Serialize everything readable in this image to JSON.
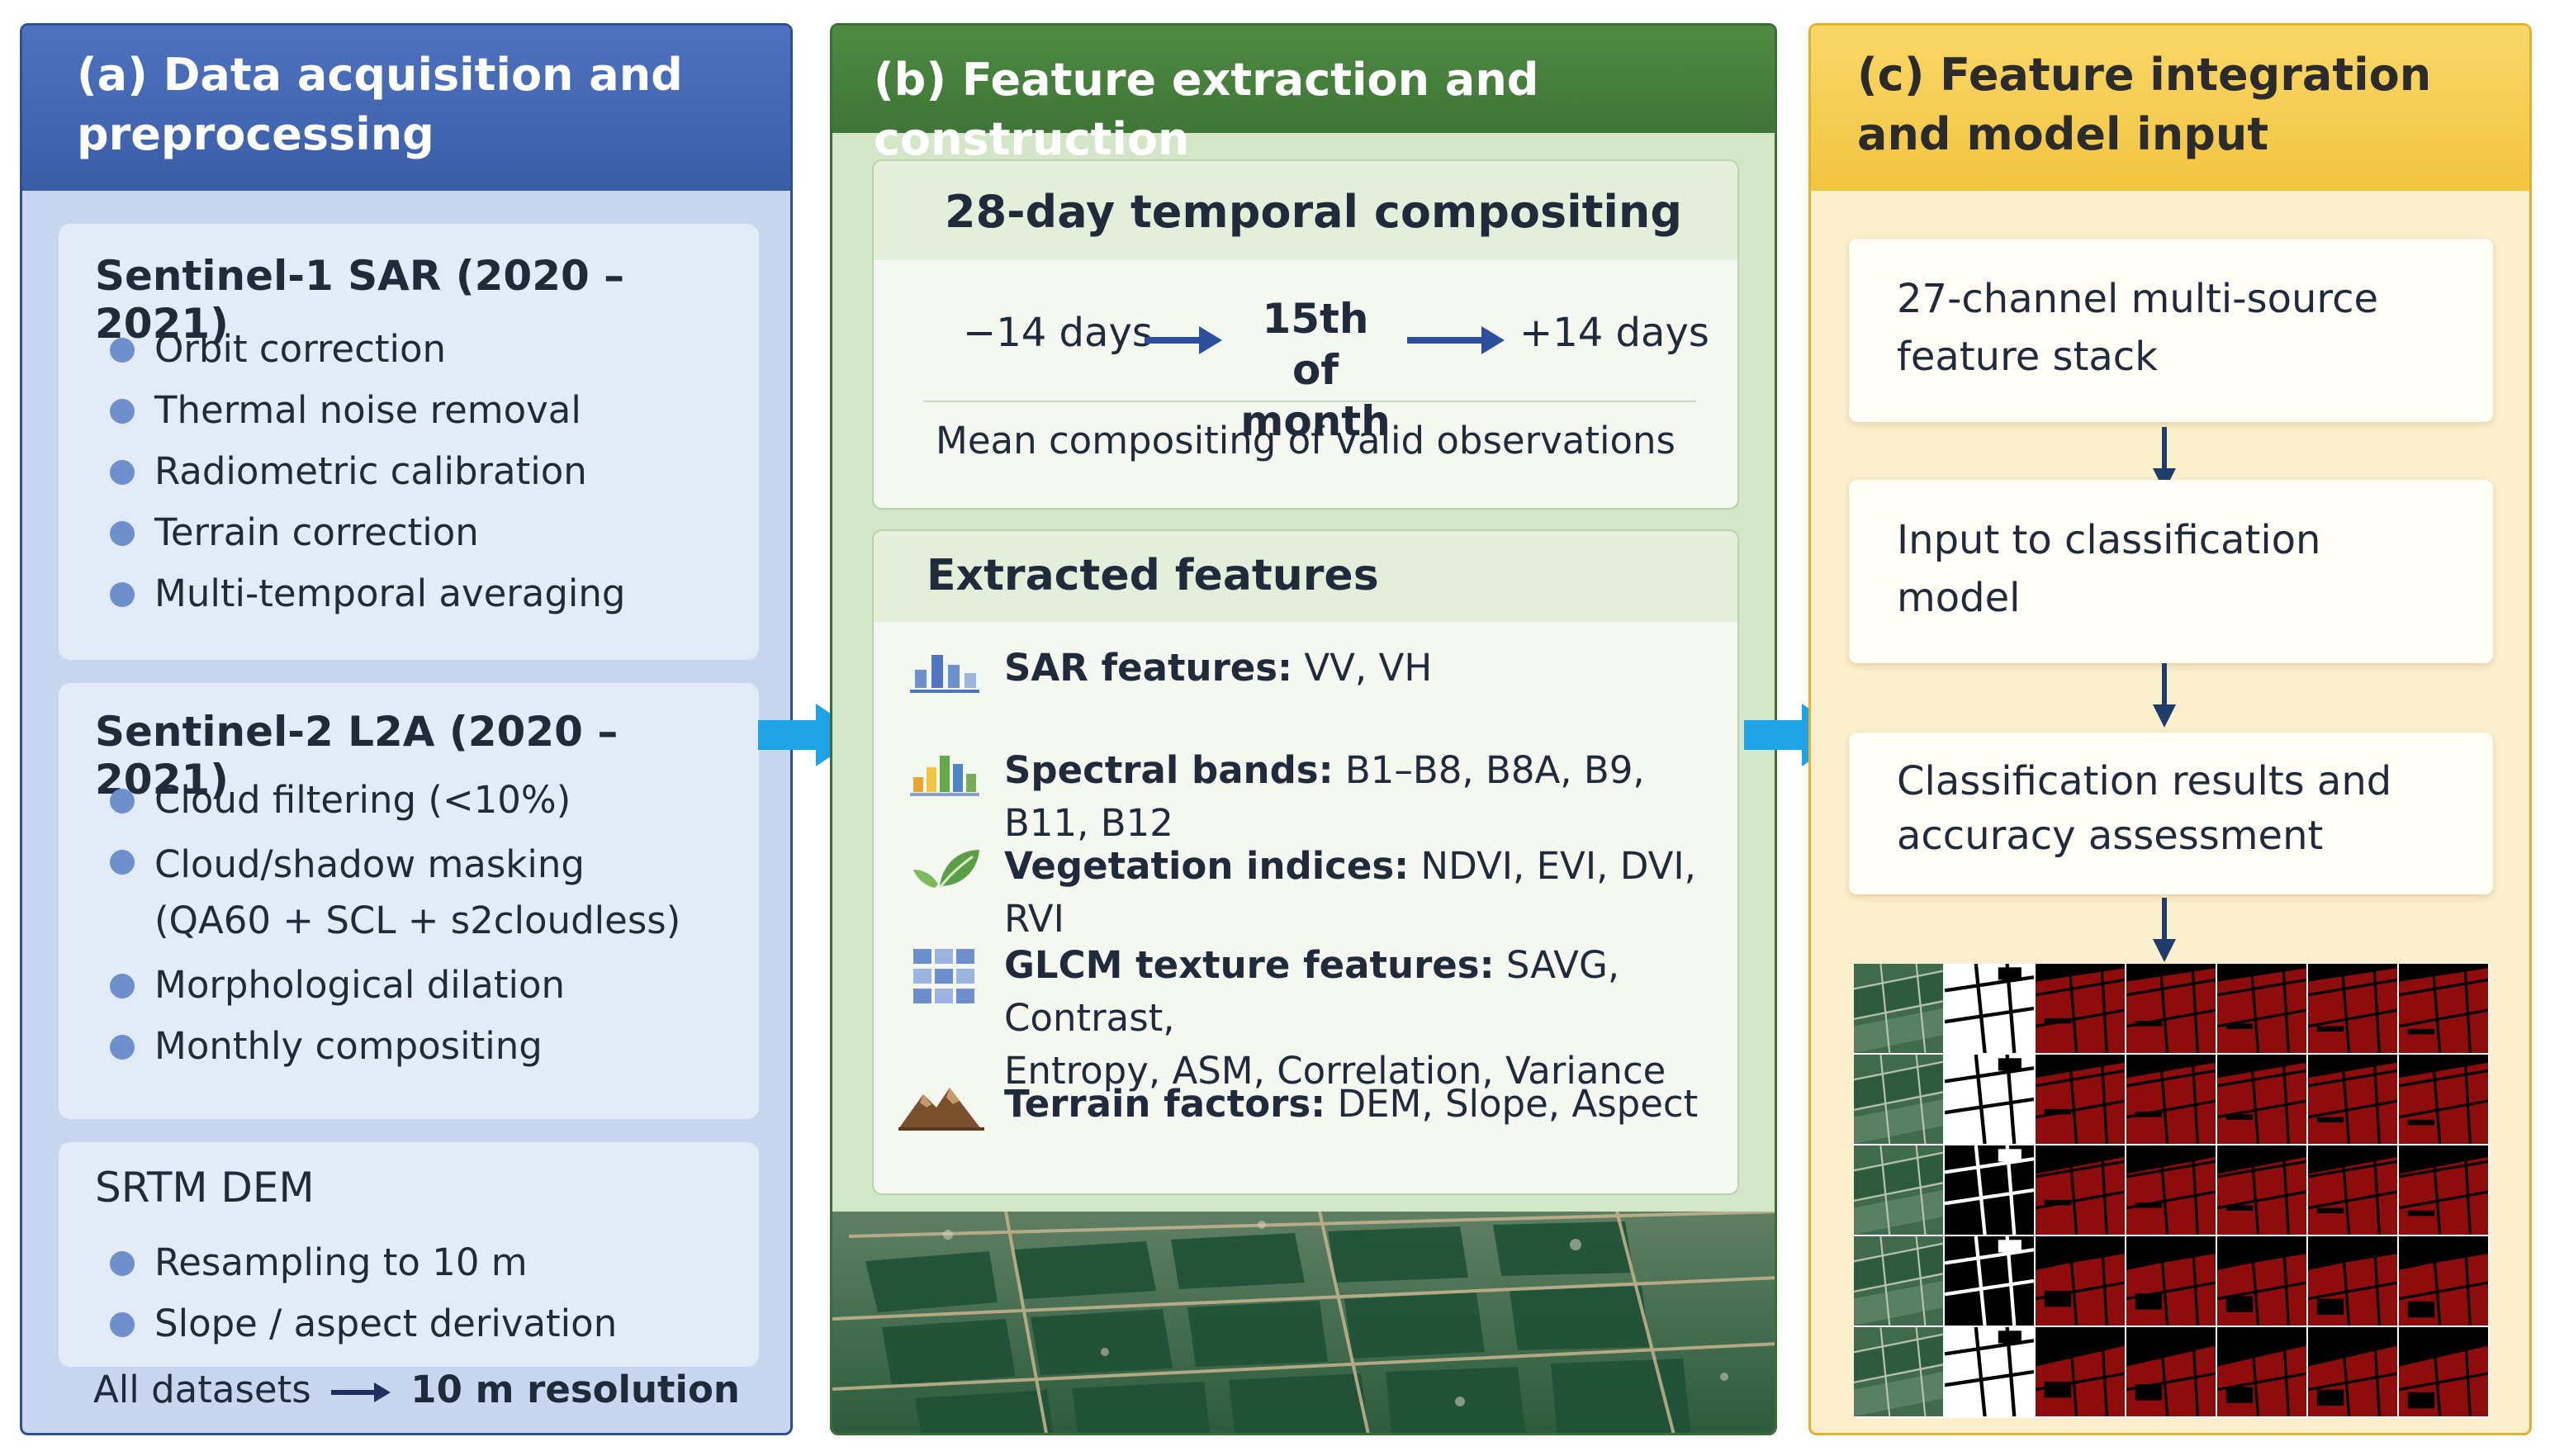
{
  "panel_a": {
    "title": "(a) Data acquisition and\n      preprocessing",
    "sentinel1": {
      "title": "Sentinel-1 SAR (2020 – 2021)",
      "steps": [
        "Orbit correction",
        "Thermal noise removal",
        "Radiometric calibration",
        "Terrain correction",
        "Multi-temporal averaging"
      ]
    },
    "sentinel2": {
      "title": "Sentinel-2 L2A (2020 – 2021)",
      "steps": [
        "Cloud filtering (<10%)",
        "Cloud/shadow masking\n(QA60 + SCL + s2cloudless)",
        "Morphological dilation",
        "Monthly compositing"
      ]
    },
    "srtm": {
      "title": "SRTM DEM",
      "steps": [
        "Resampling to 10 m",
        "Slope / aspect  derivation"
      ]
    },
    "footer_prefix": "All datasets",
    "footer_value": "10 m resolution"
  },
  "panel_b": {
    "title": "(b) Feature extraction and construction",
    "compositing": {
      "title": "28-day temporal compositing",
      "left": "−14 days",
      "center": "15th of month",
      "right": "+14 days",
      "caption": "Mean compositing of valid observations"
    },
    "features": {
      "title": "Extracted features",
      "items": [
        {
          "icon": "bar-chart-icon",
          "label": "SAR features:",
          "value": " VV, VH"
        },
        {
          "icon": "colored-bars-icon",
          "label": "Spectral bands:",
          "value": " B1–B8, B8A, B9, B11, B12"
        },
        {
          "icon": "leaf-icon",
          "label": "Vegetation indices:",
          "value": " NDVI, EVI, DVI, RVI"
        },
        {
          "icon": "grid-texture-icon",
          "label": "GLCM texture features:",
          "value": " SAVG, Contrast,\nEntropy, ASM, Correlation, Variance"
        },
        {
          "icon": "mountain-icon",
          "label": "Terrain factors:",
          "value": " DEM, Slope, Aspect"
        }
      ]
    }
  },
  "panel_c": {
    "title": "(c) Feature integration\n      and model input",
    "steps": [
      "27-channel multi-source\nfeature stack",
      "Input to classification\nmodel",
      "Classification results and\naccuracy assessment"
    ]
  },
  "colors": {
    "panel_a_header": "#3f62ab",
    "panel_b_header": "#437c3a",
    "panel_c_header": "#f4c94a",
    "connector_arrow": "#1ea3e4",
    "prediction_red": "#8f0c0c"
  }
}
